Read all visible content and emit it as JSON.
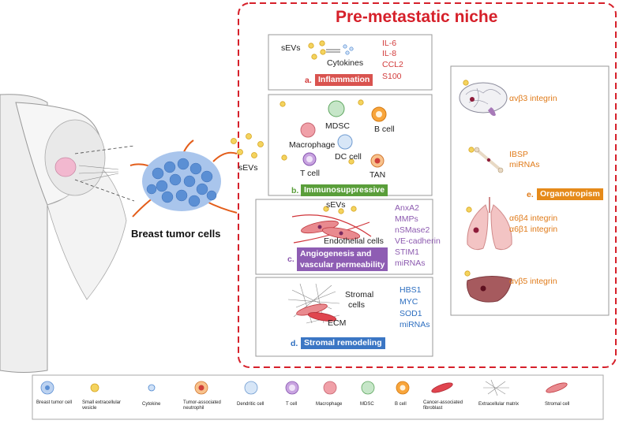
{
  "title": "Pre-metastatic niche",
  "tumor_label": "Breast tumor cells",
  "sevs_left": "sEVs",
  "panels": {
    "inflammation": {
      "letter": "a.",
      "title": "Inflammation",
      "sevs": "sEVs",
      "cytokines": "Cytokines",
      "factors": [
        "IL-6",
        "IL-8",
        "CCL2",
        "S100"
      ]
    },
    "immuno": {
      "letter": "b.",
      "title": "Immunosuppressive",
      "cells": [
        "MDSC",
        "B cell",
        "Macrophage",
        "DC cell",
        "T cell",
        "TAN"
      ]
    },
    "angio": {
      "letter": "c.",
      "title_line1": "Angiogenesis and",
      "title_line2": "vascular permeability",
      "sevs": "sEVs",
      "endothelial": "Endothelial cells",
      "factors": [
        "AnxA2",
        "MMPs",
        "nSMase2",
        "VE-cadherin",
        "STIM1",
        "miRNAs"
      ]
    },
    "stromal": {
      "letter": "d.",
      "title": "Stromal remodeling",
      "stromal_cells_line1": "Stromal",
      "stromal_cells_line2": "cells",
      "ecm": "ECM",
      "factors": [
        "HBS1",
        "MYC",
        "SOD1",
        "miRNAs"
      ]
    },
    "organo": {
      "letter": "e.",
      "title": "Organotropism",
      "brain": "αvβ3 integrin",
      "bone_line1": "IBSP",
      "bone_line2": "miRNAs",
      "lung_line1": "α6β4 integrin",
      "lung_line2": "α6β1 integrin",
      "liver": "αvβ5 integrin"
    }
  },
  "legend": [
    "Breast tumor cell",
    "Small extracellular vesicle",
    "Cytokine",
    "Tumor-associated neutrophil",
    "Dendritic cell",
    "T cell",
    "Macrophage",
    "MDSC",
    "B cell",
    "Cancer-associated fibroblast",
    "Extracellular matrix",
    "Stromal cell"
  ],
  "colors": {
    "niche_border": "#d6202a",
    "inflammation": "#d9534f",
    "immuno": "#5a9e3a",
    "angio": "#8e5db3",
    "stromal": "#3b76c4",
    "organo": "#e58a1a",
    "vesicle": "#f4d35e",
    "tumor": "#5b8fd4"
  }
}
